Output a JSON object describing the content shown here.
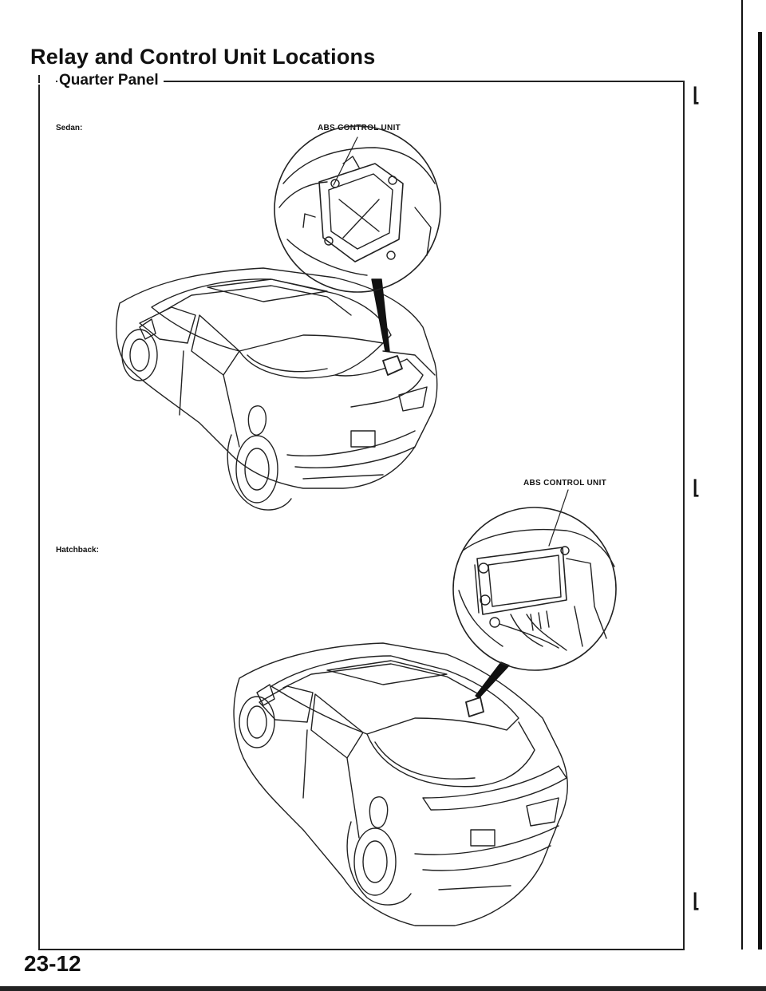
{
  "page": {
    "title": "Relay and Control Unit Locations",
    "section": "Quarter Panel",
    "page_number": "23-12"
  },
  "figures": [
    {
      "variant_label": "Sedan:",
      "callout": "ABS CONTROL UNIT"
    },
    {
      "variant_label": "Hatchback:",
      "callout": "ABS CONTROL UNIT"
    }
  ]
}
